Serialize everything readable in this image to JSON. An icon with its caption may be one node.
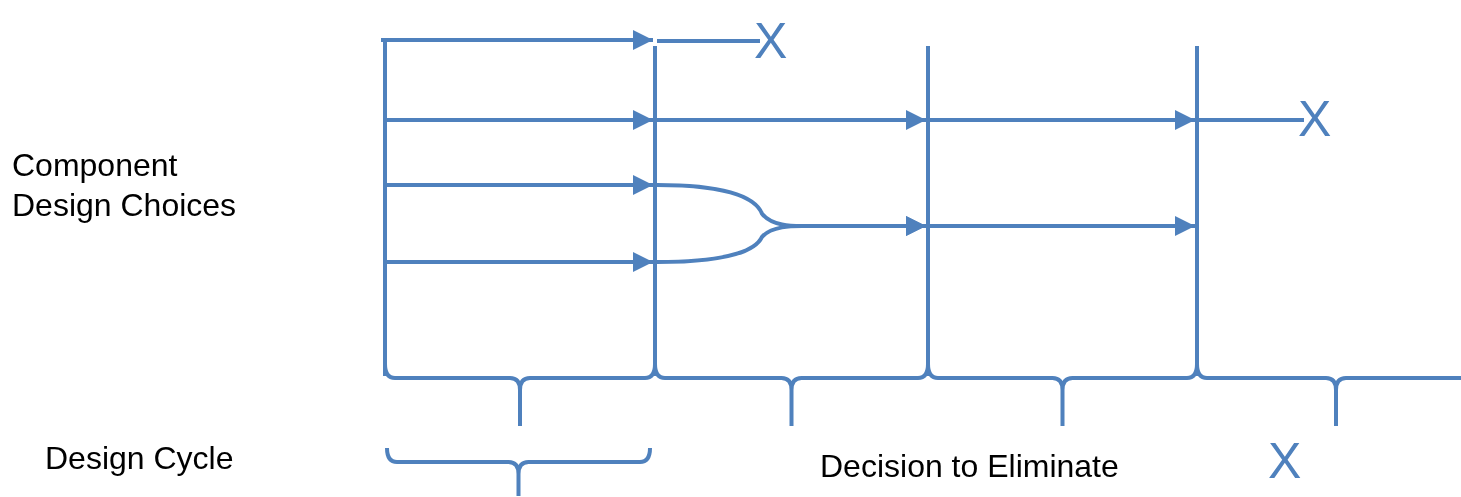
{
  "diagram": {
    "nodes": [
      {
        "text": [],
        "shape": "bar"
      },
      {
        "text": [],
        "shape": "bar"
      },
      {
        "text": [],
        "shape": "bar"
      },
      {
        "text": [],
        "shape": "bar"
      },
      {
        "text": [
          "X"
        ]
      },
      {
        "text": [
          "X"
        ]
      }
    ],
    "edges": [
      {
        "from": 0,
        "to": 1,
        "arrow": "to"
      },
      {
        "from": 1,
        "to": 4,
        "arrow": "none"
      },
      {
        "from": 0,
        "to": 1,
        "arrow": "to"
      },
      {
        "from": 1,
        "to": 2,
        "arrow": "to"
      },
      {
        "from": 2,
        "to": 3,
        "arrow": "to"
      },
      {
        "from": 3,
        "to": 5,
        "arrow": "none"
      },
      {
        "from": 0,
        "to": 1,
        "arrow": "to"
      },
      {
        "from": 0,
        "to": 1,
        "arrow": "to"
      },
      {
        "from": 1,
        "to": 2,
        "arrow": "to"
      },
      {
        "from": 1,
        "to": 2,
        "arrow": "to"
      },
      {
        "from": 2,
        "to": 3,
        "arrow": "to"
      }
    ],
    "labels": [
      "Component Design Choices",
      "Design Cycle",
      "Decision to Eliminate",
      "X"
    ]
  }
}
